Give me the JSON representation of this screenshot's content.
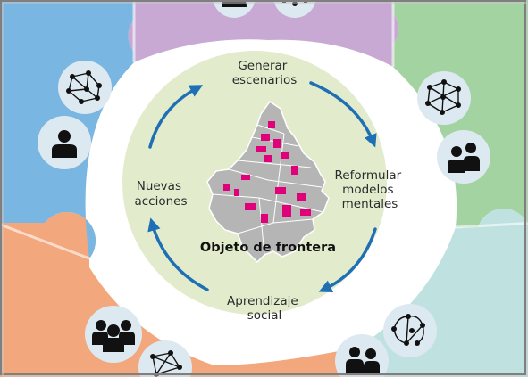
{
  "colors": {
    "top": "#c8a9d4",
    "top_right": "#a4d3a2",
    "bottom_right": "#bfe1e0",
    "bottom_left": "#f2a77c",
    "left": "#79b6e1",
    "inner_circle": "#e2eccd",
    "arrow": "#1f6fb5",
    "map_fill": "#b5b5b5",
    "map_highlight": "#e0007a",
    "icon_bg": "#dde9f1"
  },
  "cycle": {
    "top_label": [
      "Generar",
      "escenarios"
    ],
    "right_label": [
      "Reformular",
      "modelos",
      "mentales"
    ],
    "bottom_label": [
      "Aprendizaje",
      "social"
    ],
    "left_label": [
      "Nuevas",
      "acciones"
    ]
  },
  "center": {
    "title": "Objeto de frontera"
  },
  "icons": {
    "top": [
      "person-icon",
      "network-icon"
    ],
    "top_right": [
      "network-icon",
      "group-icon"
    ],
    "bottom_right": [
      "network-icon",
      "group-icon"
    ],
    "bottom_left": [
      "group-icon",
      "network-icon"
    ],
    "left": [
      "network-icon",
      "person-icon"
    ]
  }
}
